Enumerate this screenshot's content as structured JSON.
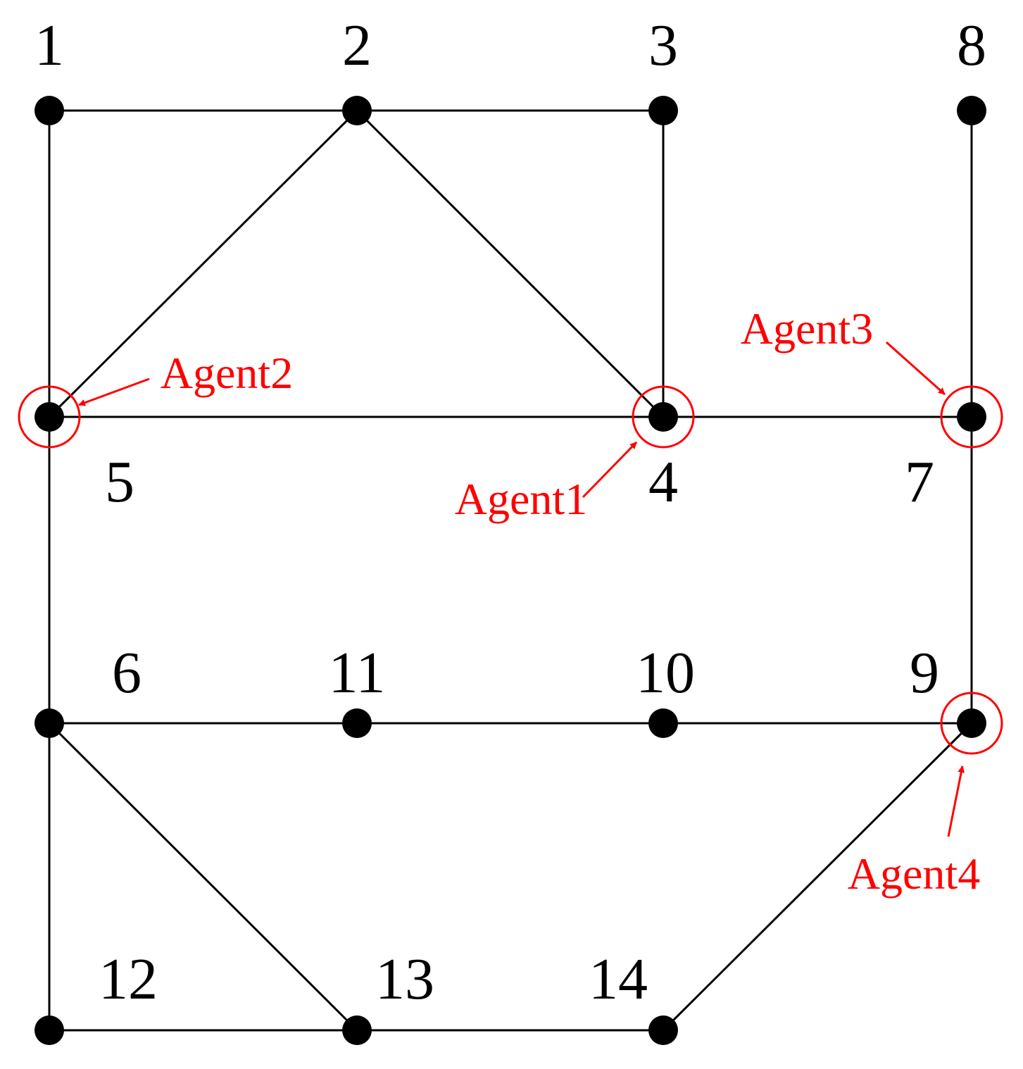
{
  "colors": {
    "edge": "#000000",
    "node": "#000000",
    "agent": "#ff0000"
  },
  "nodes": [
    {
      "id": "1",
      "label": "1"
    },
    {
      "id": "2",
      "label": "2"
    },
    {
      "id": "3",
      "label": "3"
    },
    {
      "id": "4",
      "label": "4"
    },
    {
      "id": "5",
      "label": "5"
    },
    {
      "id": "6",
      "label": "6"
    },
    {
      "id": "7",
      "label": "7"
    },
    {
      "id": "8",
      "label": "8"
    },
    {
      "id": "9",
      "label": "9"
    },
    {
      "id": "10",
      "label": "10"
    },
    {
      "id": "11",
      "label": "11"
    },
    {
      "id": "12",
      "label": "12"
    },
    {
      "id": "13",
      "label": "13"
    },
    {
      "id": "14",
      "label": "14"
    }
  ],
  "edges": [
    [
      "1",
      "2"
    ],
    [
      "2",
      "3"
    ],
    [
      "1",
      "5"
    ],
    [
      "2",
      "5"
    ],
    [
      "2",
      "4"
    ],
    [
      "3",
      "4"
    ],
    [
      "5",
      "4"
    ],
    [
      "4",
      "7"
    ],
    [
      "8",
      "7"
    ],
    [
      "7",
      "9"
    ],
    [
      "5",
      "6"
    ],
    [
      "6",
      "11"
    ],
    [
      "11",
      "10"
    ],
    [
      "10",
      "9"
    ],
    [
      "6",
      "12"
    ],
    [
      "6",
      "13"
    ],
    [
      "12",
      "13"
    ],
    [
      "13",
      "14"
    ],
    [
      "14",
      "9"
    ]
  ],
  "agents": [
    {
      "label": "Agent1",
      "node": "4"
    },
    {
      "label": "Agent2",
      "node": "5"
    },
    {
      "label": "Agent3",
      "node": "7"
    },
    {
      "label": "Agent4",
      "node": "9"
    }
  ]
}
